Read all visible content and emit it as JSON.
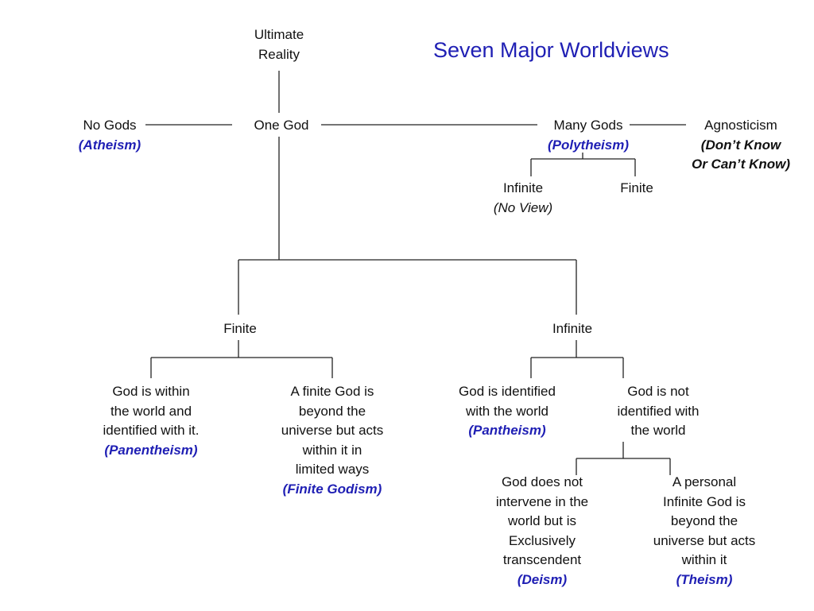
{
  "title": "Seven Major Worldviews",
  "colors": {
    "line": "#222222",
    "text": "#111111",
    "accent": "#1f1fb4"
  },
  "nodes": {
    "ultimate": {
      "lines": [
        "Ultimate",
        "Reality"
      ]
    },
    "no_gods": {
      "label": "No Gods",
      "tag": "(Atheism)"
    },
    "one_god": {
      "label": "One God"
    },
    "many_gods": {
      "label": "Many Gods",
      "tag": "(Polytheism)"
    },
    "agnosticism": {
      "label": "Agnosticism",
      "tag_lines": [
        "(Don’t Know",
        "Or Can’t Know)"
      ]
    },
    "poly_infinite": {
      "label": "Infinite",
      "note": "(No View)"
    },
    "poly_finite": {
      "label": "Finite"
    },
    "finite": {
      "label": "Finite"
    },
    "infinite": {
      "label": "Infinite"
    },
    "panentheism": {
      "lines": [
        "God is within",
        "the world and",
        "identified with it."
      ],
      "tag": "(Panentheism)"
    },
    "finite_godism": {
      "lines": [
        "A finite God is",
        "beyond the",
        "universe but acts",
        "within it in",
        "limited ways"
      ],
      "tag": "(Finite Godism)"
    },
    "pantheism": {
      "lines": [
        "God is identified",
        "with the world"
      ],
      "tag": "(Pantheism)"
    },
    "not_identified": {
      "lines": [
        "God is not",
        "identified with",
        "the world"
      ]
    },
    "deism": {
      "lines": [
        "God does not",
        "intervene in the",
        "world but is",
        "Exclusively",
        "transcendent"
      ],
      "tag": "(Deism)"
    },
    "theism": {
      "lines": [
        "A personal",
        "Infinite God is",
        "beyond the",
        "universe but acts",
        "within it"
      ],
      "tag": "(Theism)"
    }
  }
}
